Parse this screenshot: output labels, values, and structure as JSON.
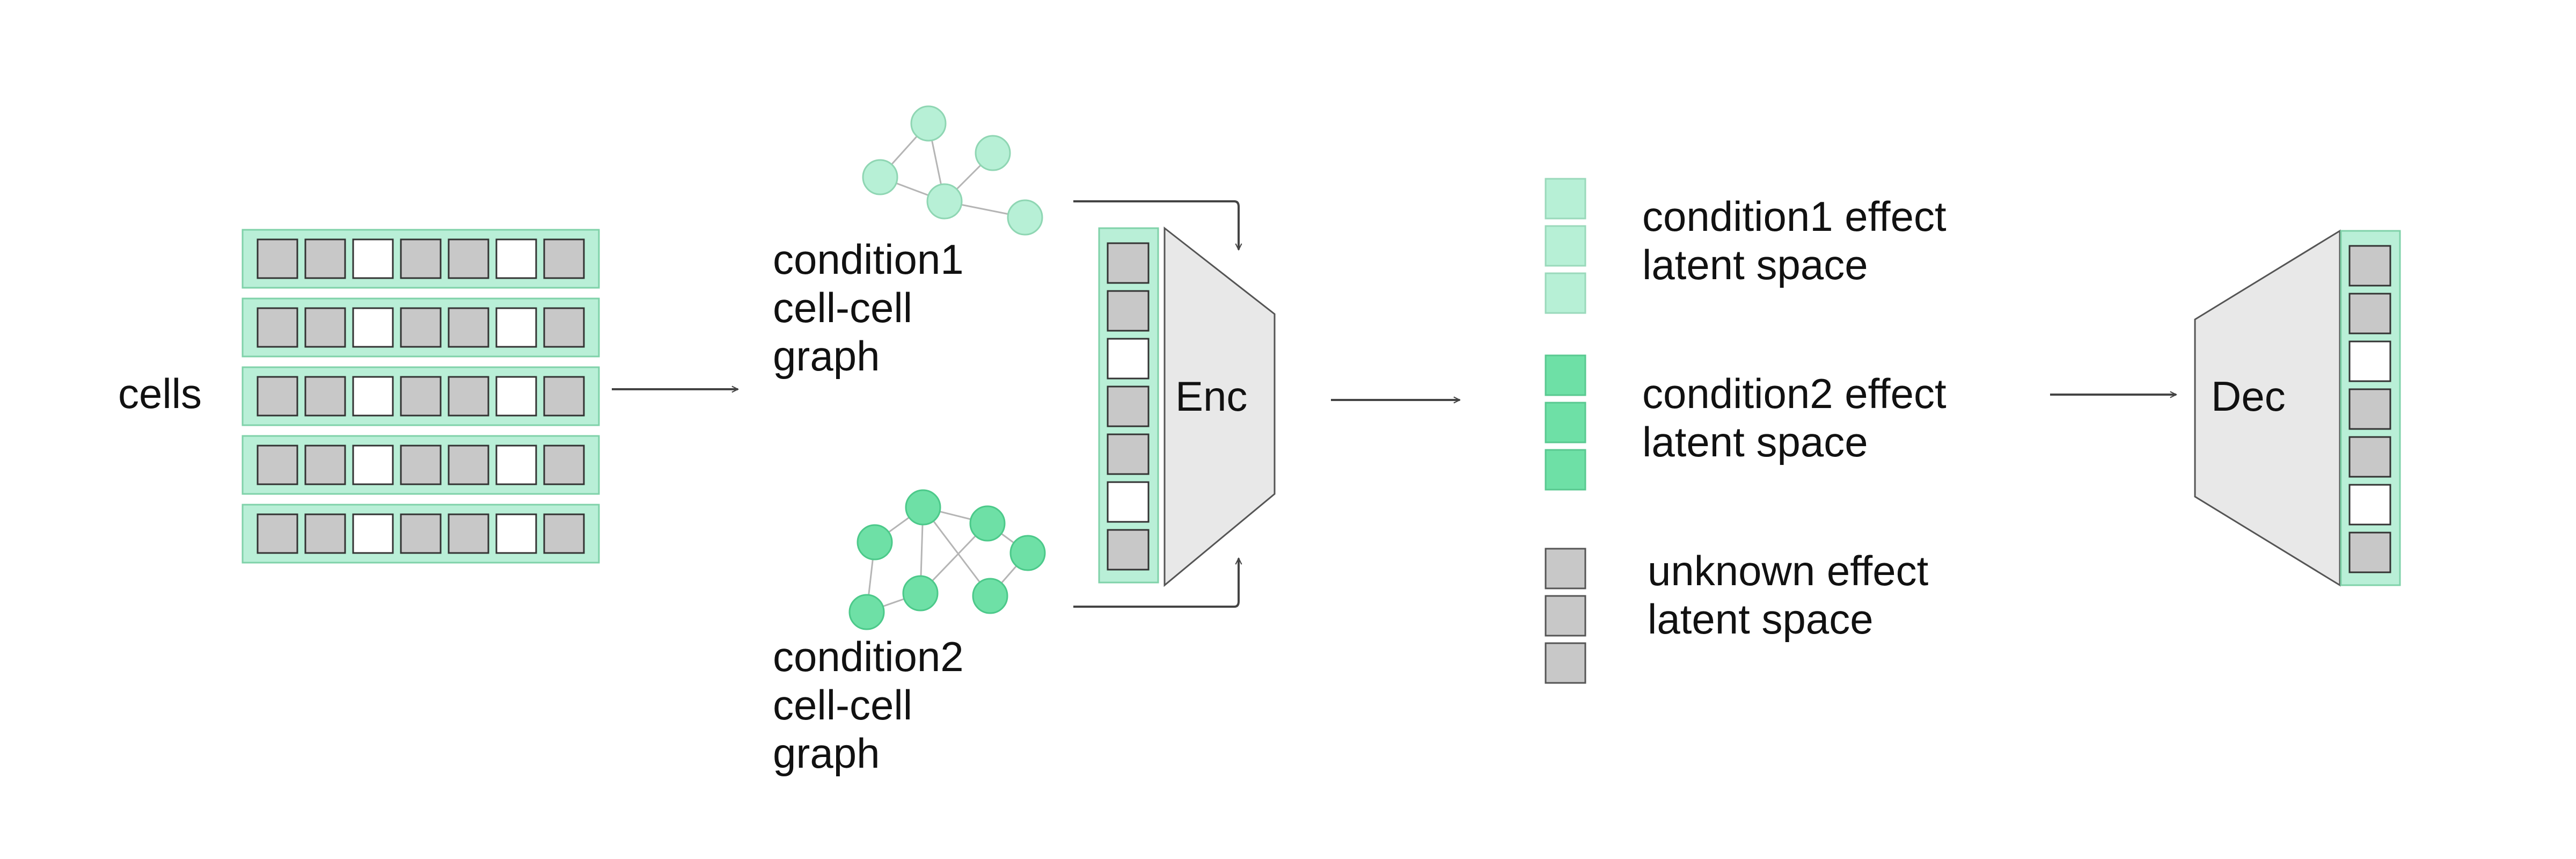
{
  "labels": {
    "cells": "cells",
    "graph1": [
      "condition1",
      "cell-cell",
      "graph"
    ],
    "graph2": [
      "condition2",
      "cell-cell",
      "graph"
    ],
    "encoder": "Enc",
    "decoder": "Dec",
    "latent1": [
      "condition1 effect",
      "latent space"
    ],
    "latent2": [
      "condition2 effect",
      "latent space"
    ],
    "latent3": [
      "unknown effect",
      "latent space"
    ]
  },
  "cell_pattern": [
    "gray",
    "gray",
    "white",
    "gray",
    "gray",
    "white",
    "gray"
  ],
  "colors": {
    "strip_bg": "#b9efd7",
    "strip_border": "#7fd2a9",
    "gray_cell": "#c8c8c8",
    "white_cell": "#ffffff",
    "graph1_node": "#b7f0d6",
    "graph2_node": "#6ee0a6",
    "latent1_square": "#b7f0d6",
    "latent2_square": "#6ee0a6",
    "latent3_square": "#c8c8c8",
    "trapezoid": "#e8e8e8",
    "arrow": "#444444"
  }
}
